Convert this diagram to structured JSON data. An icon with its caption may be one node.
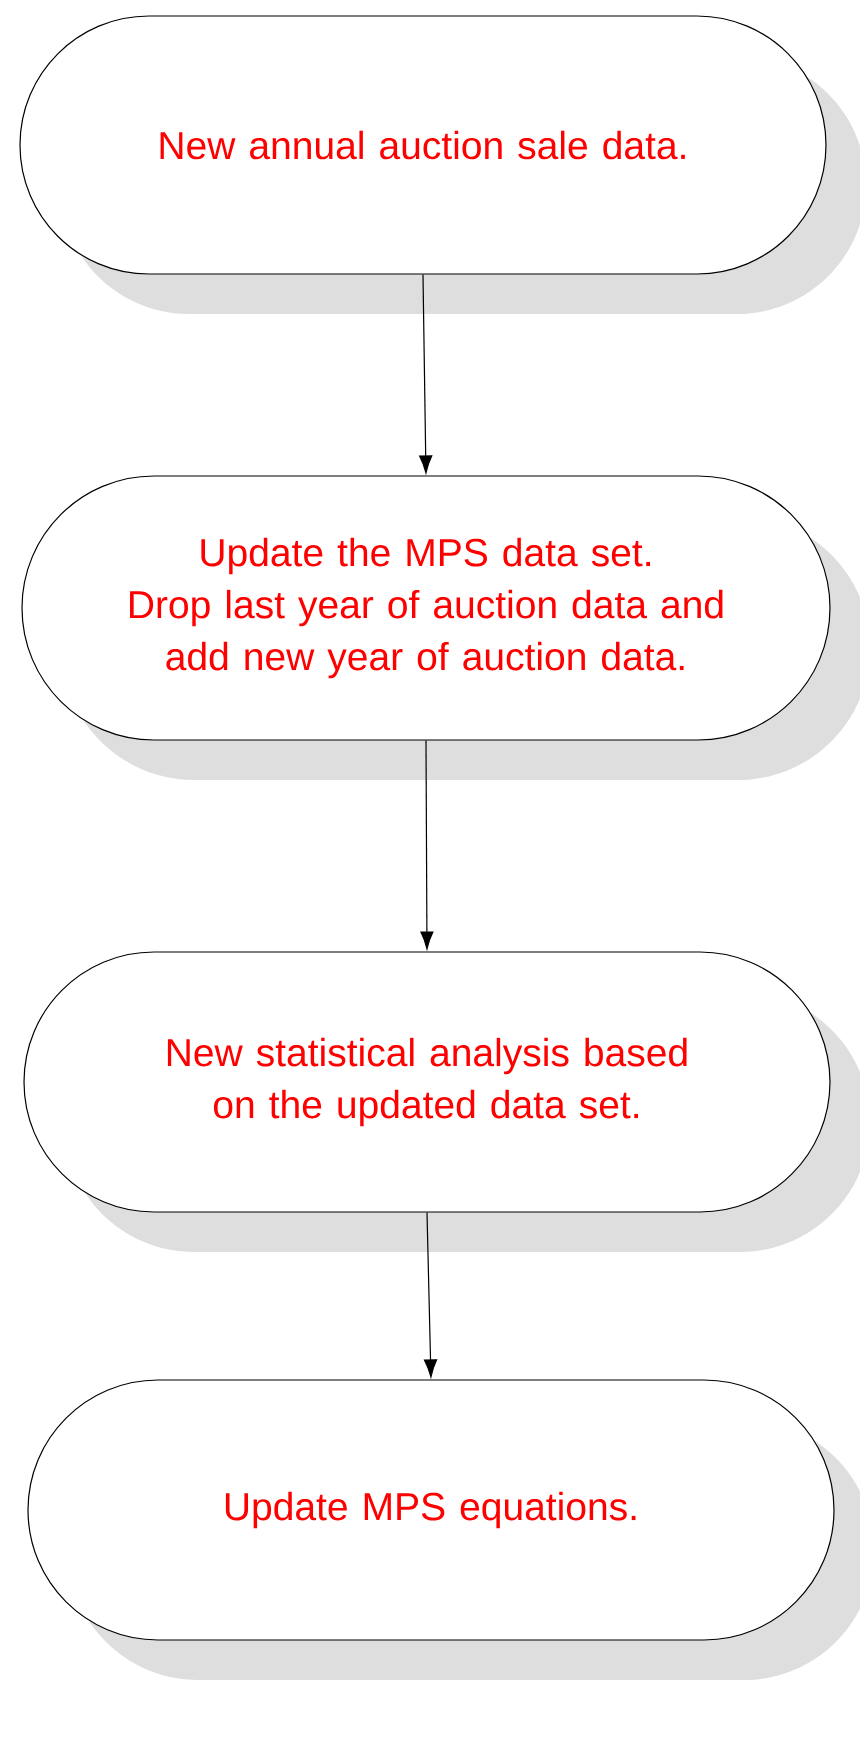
{
  "diagram": {
    "nodes": [
      {
        "text": [
          "New annual auction sale data."
        ]
      },
      {
        "text": [
          "Update the MPS data set.",
          "Drop last year of auction data and add new year of auction data."
        ]
      },
      {
        "text": [
          "New statistical analysis based on the updated data set."
        ]
      },
      {
        "text": [
          "Update MPS equations."
        ]
      }
    ],
    "edges": [
      {
        "from": 0,
        "to": 1,
        "arrow": "to"
      },
      {
        "from": 1,
        "to": 2,
        "arrow": "to"
      },
      {
        "from": 2,
        "to": 3,
        "arrow": "to"
      }
    ]
  }
}
